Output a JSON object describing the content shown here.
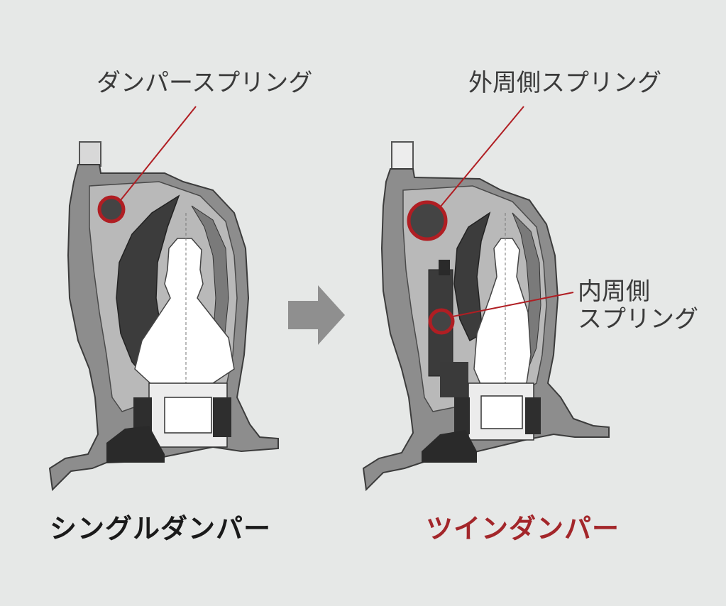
{
  "callouts": {
    "single_spring": "ダンパースプリング",
    "outer_spring": "外周側スプリング",
    "inner_spring_line1": "内周側",
    "inner_spring_line2": "スプリング"
  },
  "captions": {
    "single": "シングルダンパー",
    "twin": "ツインダンパー"
  },
  "colors": {
    "background": "#e6e8e7",
    "callout_line": "#b01e23",
    "single_caption": "#1a1a1a",
    "twin_caption": "#a3262a",
    "arrow": "#8f8f8f"
  }
}
